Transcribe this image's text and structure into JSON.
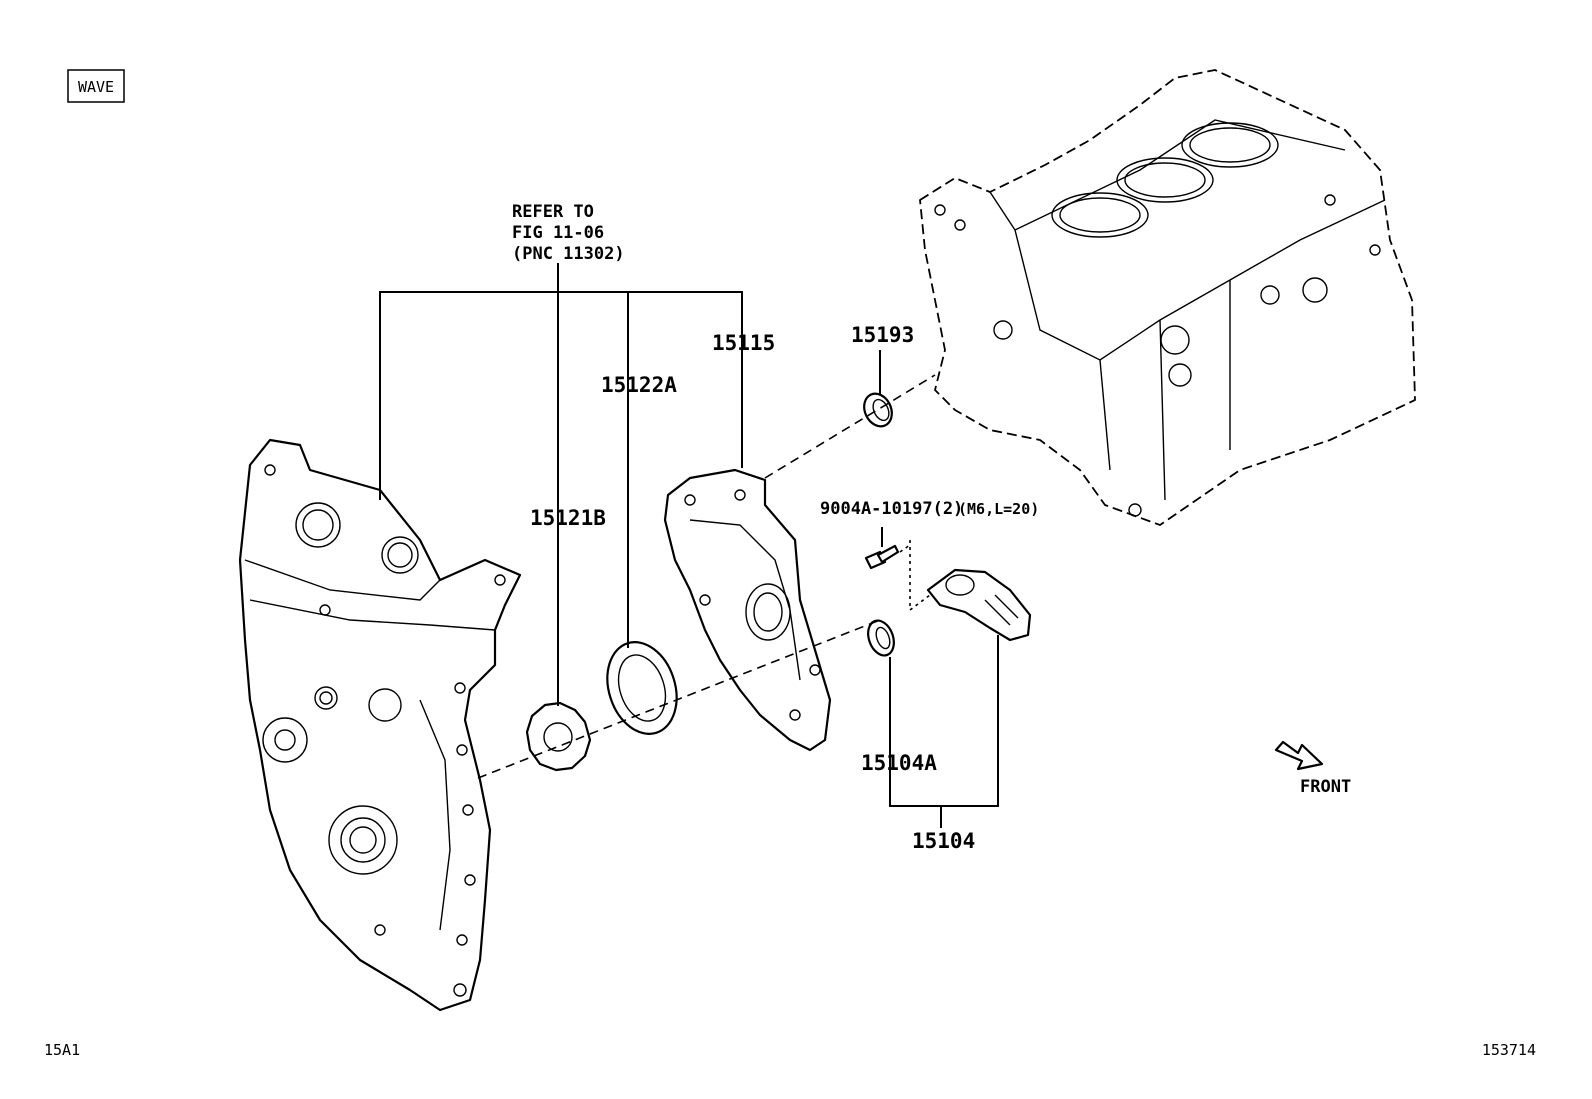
{
  "header": {
    "badge": "WAVE"
  },
  "reference_note": {
    "line1": "REFER TO",
    "line2": "FIG 11-06",
    "line3": "(PNC 11302)"
  },
  "callouts": {
    "p15115": "15115",
    "p15122A": "15122A",
    "p15121B": "15121B",
    "p15193": "15193",
    "bolt": "9004A-10197(2)",
    "bolt_spec": "(M6,L=20)",
    "p15104A": "15104A",
    "p15104": "15104"
  },
  "direction": {
    "label": "FRONT"
  },
  "footer": {
    "section_code": "15A1",
    "illustration_no": "153714"
  }
}
